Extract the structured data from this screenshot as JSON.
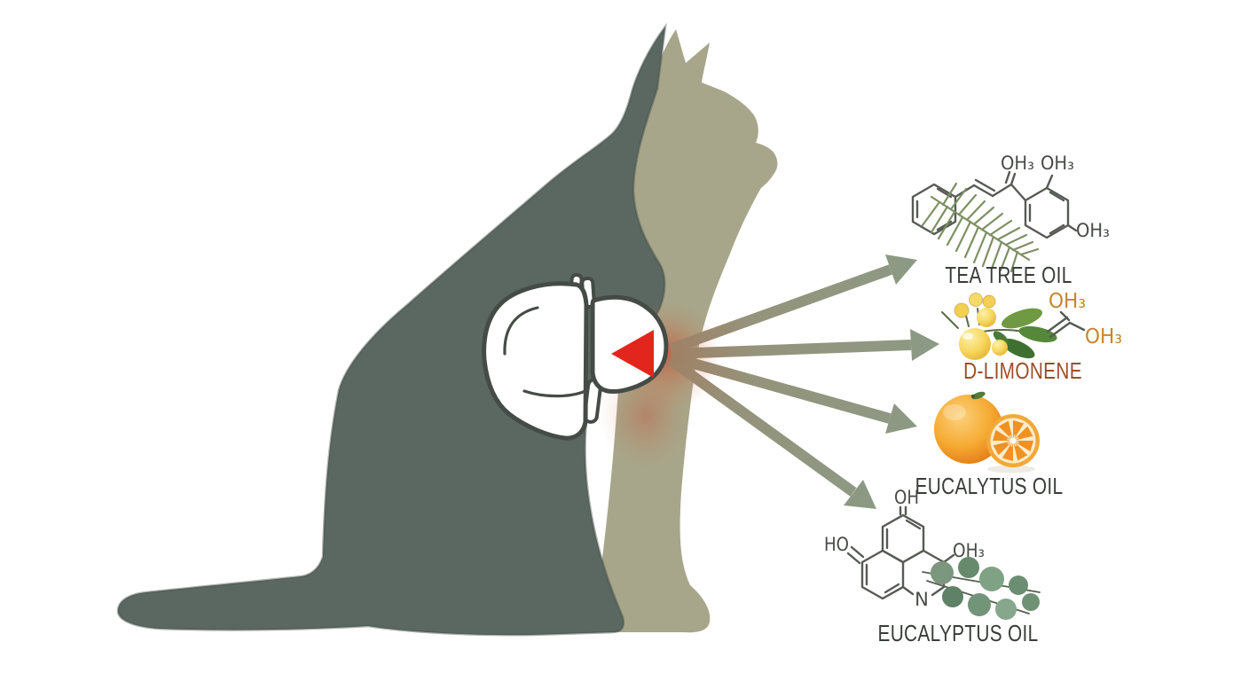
{
  "colors": {
    "background": "#ffffff",
    "cat_dark": "#5b6862",
    "cat_light": "#a7a68a",
    "outline": "#454b45",
    "arrow_green": "#8b9a85",
    "arrow_origin": "#a08064",
    "pointer_red": "#e2261d",
    "glow_red": "#cc3e26",
    "label_dark": "#383d38",
    "label_accent": "#9c4e2a",
    "formula_gray": "#474c47",
    "formula_orange": "#c5862e",
    "bond": "#565b54"
  },
  "items": [
    {
      "id": "tea-tree-oil",
      "label": "TEA TREE OIL",
      "formulas": [
        "OH₃",
        "OH₃",
        "OH₃"
      ]
    },
    {
      "id": "d-limonene",
      "label": "D-LIMONENE",
      "formulas": [
        "OH₃",
        "OH₃"
      ]
    },
    {
      "id": "orange-oil",
      "label": "EUCALYTUS OIL",
      "formulas": []
    },
    {
      "id": "eucalyptus-oil",
      "label": "EUCALYPTUS OIL",
      "formulas": [
        "OH",
        "HO",
        "OH₃",
        "N"
      ]
    }
  ],
  "icons": {
    "cat": "two-tone-sitting-cat-silhouette",
    "liver": "liver-outline-shape",
    "pointer": "red-left-pointing-triangle",
    "arrows": "four-sage-arrows-radiating-right",
    "tea_sprig": "needle-leaf-branch",
    "berries": "yellow-berry-cluster-with-leaves",
    "orange": "whole-orange-with-half-slice",
    "eucalyptus_sprig": "round-leaf-eucalyptus-branch"
  }
}
